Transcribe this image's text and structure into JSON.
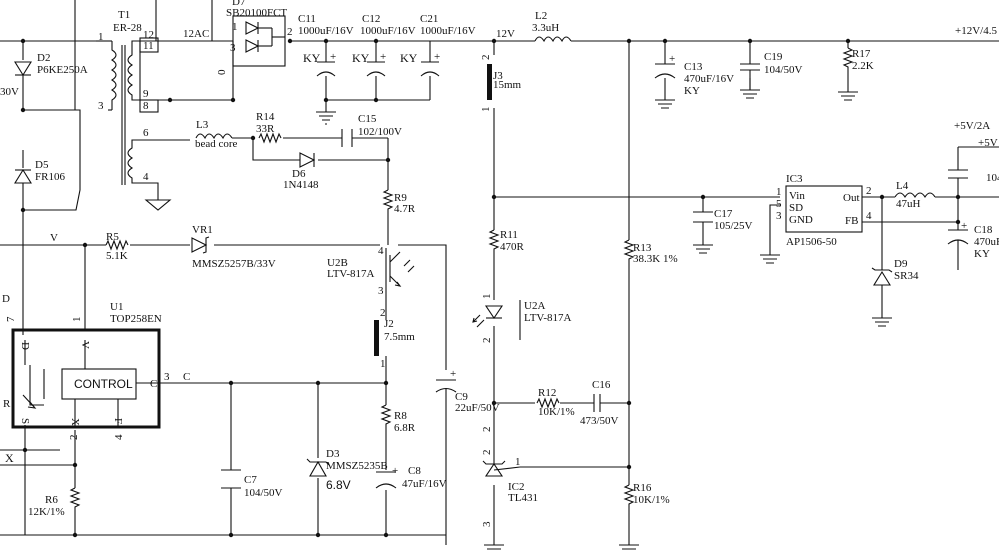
{
  "nets": {
    "ac12": "12AC",
    "v12": "12V",
    "out12": "+12V/4.5",
    "out5": "+5V/2A",
    "out5b": "+5V",
    "v": "V",
    "c": "C",
    "d": "D",
    "x": "X",
    "r_left": "R",
    "v30": "30V"
  },
  "components": {
    "t1": {
      "ref": "T1",
      "value": "ER-28",
      "pins": [
        "1",
        "12",
        "11",
        "9",
        "8",
        "3",
        "6",
        "4"
      ]
    },
    "d7": {
      "ref": "D7",
      "value": "SB20100FCT",
      "pins": [
        "1",
        "3",
        "2",
        "0"
      ]
    },
    "c11": {
      "ref": "C11",
      "value": "1000uF/16V",
      "ky": "KY"
    },
    "c12": {
      "ref": "C12",
      "value": "1000uF/16V",
      "ky": "KY"
    },
    "c21": {
      "ref": "C21",
      "value": "1000uF/16V",
      "ky": "KY"
    },
    "l2": {
      "ref": "L2",
      "value": "3.3uH"
    },
    "c13": {
      "ref": "C13",
      "value": "470uF/16V",
      "ky": "KY"
    },
    "c19": {
      "ref": "C19",
      "value": "104/50V"
    },
    "r17": {
      "ref": "R17",
      "value": "2.2K"
    },
    "d2": {
      "ref": "D2",
      "value": "P6KE250A"
    },
    "d5": {
      "ref": "D5",
      "value": "FR106"
    },
    "j3": {
      "ref": "J3",
      "value": "15mm",
      "pins": [
        "2",
        "1"
      ]
    },
    "l3": {
      "ref": "L3",
      "value": "bead core"
    },
    "r14": {
      "ref": "R14",
      "value": "33R"
    },
    "c15": {
      "ref": "C15",
      "value": "102/100V"
    },
    "d6": {
      "ref": "D6",
      "value": "1N4148"
    },
    "r9": {
      "ref": "R9",
      "value": "4.7R"
    },
    "ic3": {
      "ref": "IC3",
      "value": "AP1506-50",
      "pins": {
        "vin": "Vin",
        "sd": "SD",
        "gnd": "GND",
        "out": "Out",
        "fb": "FB"
      },
      "pin_nums": [
        "1",
        "5",
        "3",
        "2",
        "4"
      ]
    },
    "c17": {
      "ref": "C17",
      "value": "105/25V"
    },
    "l4": {
      "ref": "L4",
      "value": "47uH"
    },
    "c18": {
      "ref": "C18",
      "value": "470uF",
      "ky": "KY"
    },
    "c_top_right": {
      "value": "104"
    },
    "d9": {
      "ref": "D9",
      "value": "SR34"
    },
    "r5": {
      "ref": "R5",
      "value": "5.1K"
    },
    "vr1": {
      "ref": "VR1",
      "value": "MMSZ5257B/33V"
    },
    "u2b": {
      "ref": "U2B",
      "value": "LTV-817A",
      "pins": [
        "4",
        "3"
      ]
    },
    "r11": {
      "ref": "R11",
      "value": "470R"
    },
    "r13": {
      "ref": "R13",
      "value": "38.3K 1%"
    },
    "u1": {
      "ref": "U1",
      "value": "TOP258EN",
      "block": "CONTROL",
      "pins": [
        "D",
        "7",
        "V",
        "1",
        "C",
        "3",
        "S",
        "X",
        "2",
        "F",
        "4"
      ]
    },
    "u2a": {
      "ref": "U2A",
      "value": "LTV-817A",
      "pins": [
        "1",
        "2"
      ]
    },
    "j2": {
      "ref": "J2",
      "value": "7.5mm",
      "pins": [
        "2",
        "1"
      ]
    },
    "c9": {
      "ref": "C9",
      "value": "22uF/50V"
    },
    "r12": {
      "ref": "R12",
      "value": "10K/1%"
    },
    "c16": {
      "ref": "C16",
      "value": "473/50V"
    },
    "r8": {
      "ref": "R8",
      "value": "6.8R"
    },
    "c7": {
      "ref": "C7",
      "value": "104/50V"
    },
    "d3": {
      "ref": "D3",
      "value": "MMSZ5235B",
      "extra": "6.8V"
    },
    "c8": {
      "ref": "C8",
      "value": "47uF/16V"
    },
    "ic2": {
      "ref": "IC2",
      "value": "TL431",
      "pins": [
        "1",
        "2",
        "3"
      ]
    },
    "r16": {
      "ref": "R16",
      "value": "10K/1%"
    },
    "r6": {
      "ref": "R6",
      "value": "12K/1%"
    }
  }
}
